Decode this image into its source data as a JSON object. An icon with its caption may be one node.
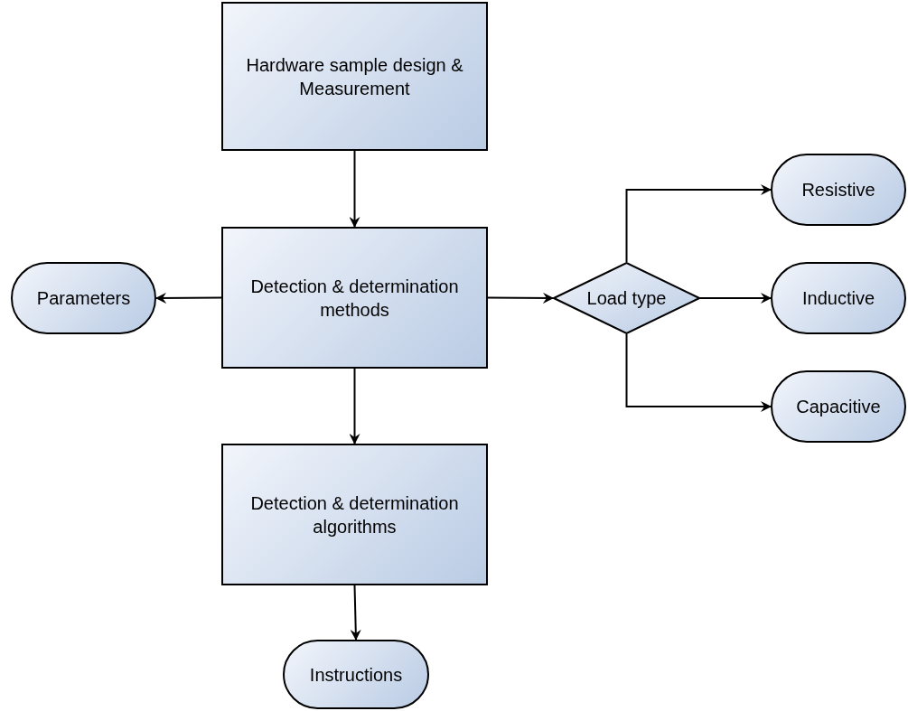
{
  "diagram": {
    "nodes": [
      {
        "text": [
          "Hardware sample design & Measurement"
        ]
      },
      {
        "text": [
          "Detection & determination methods"
        ]
      },
      {
        "text": [
          "Parameters"
        ]
      },
      {
        "text": [
          "Load type"
        ]
      },
      {
        "text": [
          "Resistive"
        ]
      },
      {
        "text": [
          "Inductive"
        ]
      },
      {
        "text": [
          "Capacitive"
        ]
      },
      {
        "text": [
          "Detection & determination algorithms"
        ]
      },
      {
        "text": [
          "Instructions"
        ]
      }
    ],
    "edges": [
      {
        "from": 0,
        "to": 1,
        "arrow": "to"
      },
      {
        "from": 1,
        "to": 2,
        "arrow": "to"
      },
      {
        "from": 1,
        "to": 3,
        "arrow": "to"
      },
      {
        "from": 3,
        "to": 4,
        "arrow": "to"
      },
      {
        "from": 3,
        "to": 5,
        "arrow": "to"
      },
      {
        "from": 3,
        "to": 6,
        "arrow": "to"
      },
      {
        "from": 1,
        "to": 7,
        "arrow": "to"
      },
      {
        "from": 7,
        "to": 8,
        "arrow": "to"
      }
    ]
  }
}
